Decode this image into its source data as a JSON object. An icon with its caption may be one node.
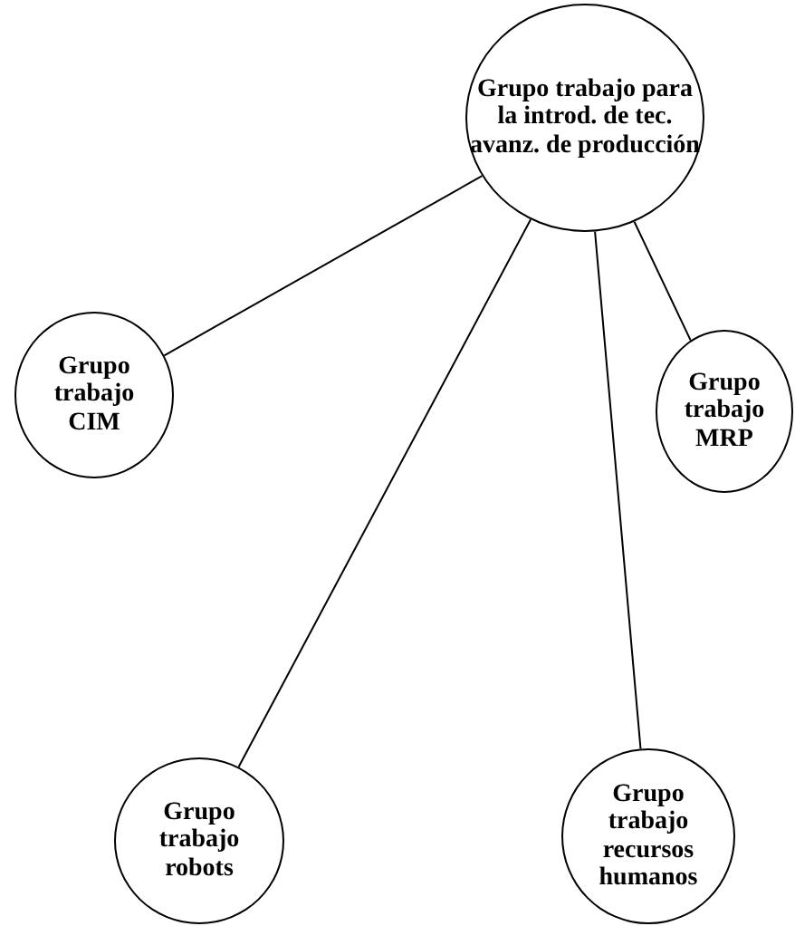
{
  "diagram": {
    "nodes": [
      {
        "text": [
          "Grupo trabajo para la introd. de tec. avanz. de producción"
        ]
      },
      {
        "text": [
          "Grupo trabajo CIM"
        ]
      },
      {
        "text": [
          "Grupo trabajo MRP"
        ]
      },
      {
        "text": [
          "Grupo trabajo robots"
        ]
      },
      {
        "text": [
          "Grupo trabajo recursos humanos"
        ]
      }
    ],
    "edges": [
      {
        "from": 0,
        "to": 1,
        "arrow": "none"
      },
      {
        "from": 0,
        "to": 3,
        "arrow": "none"
      },
      {
        "from": 0,
        "to": 4,
        "arrow": "none"
      },
      {
        "from": 0,
        "to": 2,
        "arrow": "none"
      }
    ]
  }
}
